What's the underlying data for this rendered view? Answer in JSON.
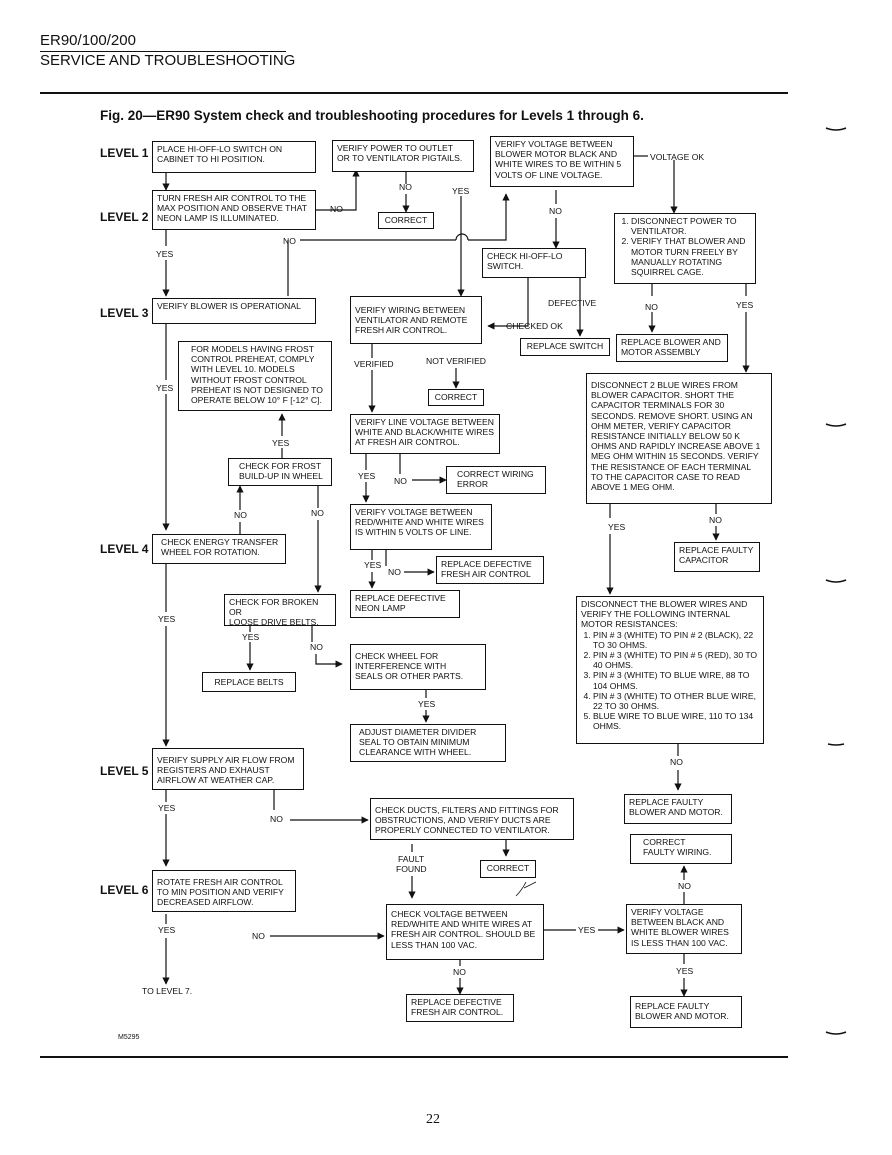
{
  "header": {
    "model": "ER90/100/200",
    "section": "SERVICE AND TROUBLESHOOTING"
  },
  "figure": {
    "title": "Fig. 20—ER90 System check and troubleshooting procedures for Levels 1 through 6.",
    "code": "M5295"
  },
  "levels": [
    "LEVEL 1",
    "LEVEL 2",
    "LEVEL 3",
    "LEVEL 4",
    "LEVEL 5",
    "LEVEL 6"
  ],
  "boxes": {
    "b1": [
      "PLACE HI-OFF-LO SWITCH ON",
      "CABINET TO HI POSITION."
    ],
    "b2": [
      "TURN FRESH AIR CONTROL TO THE",
      "MAX POSITION AND OBSERVE THAT",
      "NEON LAMP IS ILLUMINATED."
    ],
    "b3": [
      "VERIFY POWER TO OUTLET",
      "OR TO VENTILATOR PIGTAILS."
    ],
    "b4": [
      "CORRECT"
    ],
    "b5": [
      "VERIFY VOLTAGE BETWEEN",
      "BLOWER MOTOR BLACK AND",
      "WHITE WIRES TO BE WITHIN 5",
      "VOLTS OF LINE VOLTAGE."
    ],
    "b6": [
      "DISCONNECT POWER TO VENTILATOR.",
      "VERIFY THAT BLOWER AND MOTOR TURN FREELY BY MANUALLY ROTATING SQUIRREL CAGE."
    ],
    "b7": [
      "CHECK HI-OFF-LO",
      "SWITCH."
    ],
    "b8": [
      "VERIFY BLOWER IS OPERATIONAL"
    ],
    "b9": [
      "VERIFY WIRING BETWEEN",
      "VENTILATOR AND REMOTE",
      "FRESH AIR CONTROL."
    ],
    "b10": [
      "REPLACE SWITCH"
    ],
    "b11": [
      "REPLACE BLOWER AND",
      "MOTOR ASSEMBLY"
    ],
    "b12": [
      "FOR MODELS HAVING FROST",
      "CONTROL PREHEAT, COMPLY",
      "WITH LEVEL 10. MODELS",
      "WITHOUT FROST CONTROL",
      "PREHEAT IS NOT DESIGNED TO",
      "OPERATE BELOW 10° F [-12° C]."
    ],
    "b13": [
      "CORRECT"
    ],
    "b14": [
      "DISCONNECT 2 BLUE WIRES FROM",
      "BLOWER CAPACITOR. SHORT THE",
      "CAPACITOR TERMINALS FOR 30",
      "SECONDS. REMOVE SHORT. USING AN",
      "OHM METER, VERIFY CAPACITOR",
      "RESISTANCE INITIALLY BELOW 50 K",
      "OHMS AND RAPIDLY INCREASE ABOVE 1",
      "MEG OHM WITHIN 15 SECONDS. VERIFY",
      "THE RESISTANCE OF EACH TERMINAL",
      "TO THE CAPACITOR CASE TO READ",
      "ABOVE 1 MEG OHM."
    ],
    "b15": [
      "VERIFY LINE VOLTAGE BETWEEN",
      "WHITE AND BLACK/WHITE WIRES",
      "AT FRESH AIR CONTROL."
    ],
    "b16": [
      "CHECK FOR FROST",
      "BUILD-UP IN WHEEL"
    ],
    "b17": [
      "CORRECT WIRING",
      "ERROR"
    ],
    "b18": [
      "VERIFY VOLTAGE BETWEEN",
      "RED/WHITE AND WHITE WIRES",
      "IS WITHIN 5 VOLTS OF LINE."
    ],
    "b19": [
      "CHECK ENERGY TRANSFER",
      "WHEEL FOR ROTATION."
    ],
    "b20": [
      "REPLACE FAULTY",
      "CAPACITOR"
    ],
    "b21": [
      "REPLACE DEFECTIVE",
      "FRESH AIR CONTROL"
    ],
    "b22": [
      "REPLACE DEFECTIVE",
      "NEON LAMP"
    ],
    "b23": [
      "CHECK FOR BROKEN OR",
      "LOOSE DRIVE BELTS."
    ],
    "b24_intro": [
      "DISCONNECT THE BLOWER WIRES AND",
      "VERIFY THE FOLLOWING INTERNAL",
      "MOTOR RESISTANCES:"
    ],
    "b24_items": [
      "PIN # 3 (WHITE) TO PIN # 2 (BLACK), 22 TO 30 OHMS.",
      "PIN # 3 (WHITE) TO PIN # 5 (RED), 30 TO 40 OHMS.",
      "PIN # 3 (WHITE) TO BLUE WIRE, 88 TO 104 OHMS.",
      "PIN # 3 (WHITE) TO OTHER BLUE WIRE, 22 TO 30 OHMS.",
      "BLUE WIRE TO BLUE WIRE, 110 TO 134 OHMS."
    ],
    "b25": [
      "CHECK WHEEL FOR",
      "INTERFERENCE WITH",
      "SEALS OR OTHER PARTS."
    ],
    "b26": [
      "REPLACE BELTS"
    ],
    "b27": [
      "ADJUST DIAMETER DIVIDER",
      "SEAL TO OBTAIN MINIMUM",
      "CLEARANCE WITH WHEEL."
    ],
    "b28": [
      "VERIFY SUPPLY AIR FLOW FROM",
      "REGISTERS AND EXHAUST",
      "AIRFLOW AT WEATHER CAP."
    ],
    "b29": [
      "REPLACE FAULTY",
      "BLOWER AND MOTOR."
    ],
    "b30": [
      "CHECK DUCTS, FILTERS AND FITTINGS FOR",
      "OBSTRUCTIONS, AND VERIFY DUCTS ARE",
      "PROPERLY CONNECTED TO VENTILATOR."
    ],
    "b31": [
      "CORRECT",
      "FAULTY WIRING."
    ],
    "b32": [
      "CORRECT"
    ],
    "b33": [
      "ROTATE FRESH AIR CONTROL",
      "TO MIN POSITION AND VERIFY",
      "DECREASED AIRFLOW."
    ],
    "b34": [
      "CHECK VOLTAGE BETWEEN",
      "RED/WHITE AND WHITE WIRES AT",
      "FRESH AIR CONTROL. SHOULD BE",
      "LESS THAN 100 VAC."
    ],
    "b35": [
      "VERIFY VOLTAGE",
      "BETWEEN BLACK AND",
      "WHITE BLOWER WIRES",
      "IS LESS THAN 100 VAC."
    ],
    "b36": [
      "REPLACE DEFECTIVE",
      "FRESH AIR CONTROL."
    ],
    "b37": [
      "REPLACE FAULTY",
      "BLOWER AND MOTOR."
    ]
  },
  "labels": {
    "l01": "NO",
    "l02": "YES",
    "l03": "NO",
    "l04": "VOLTAGE OK",
    "l05": "NO",
    "l06": "YES",
    "l07": "NO",
    "l08": "DEFECTIVE",
    "l09": "CHECKED OK",
    "l10": "NO",
    "l11": "YES",
    "l12": "VERIFIED",
    "l13": "NOT VERIFIED",
    "l14": "YES",
    "l15": "YES",
    "l16": "YES",
    "l17": "NO",
    "l18": "NO",
    "l19": "NO",
    "l20": "YES",
    "l21": "NO",
    "l22": "YES",
    "l23": "NO",
    "l24": "YES",
    "l25": "YES",
    "l26": "NO",
    "l27": "YES",
    "l28": "NO",
    "l29": "YES",
    "l30": "NO",
    "l31": "FAULT",
    "l32": "FOUND",
    "l33": "NO",
    "l34": "YES",
    "l35": "NO",
    "l36": "YES",
    "l37": "NO",
    "l38": "YES",
    "l39": "TO LEVEL 7."
  },
  "page_number": "22"
}
